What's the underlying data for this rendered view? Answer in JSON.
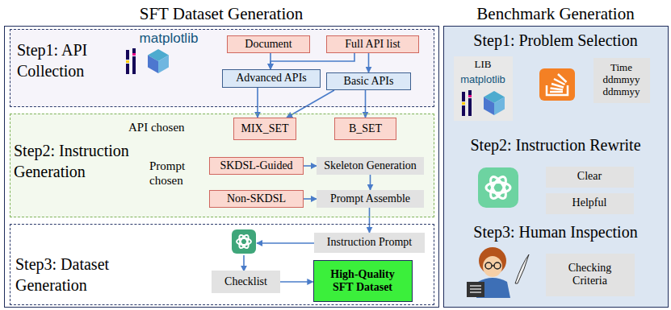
{
  "diagram": {
    "nodes": [
      {
        "text": [
          "SFT Dataset Generation"
        ]
      },
      {
        "text": [
          "Step1: API Collection"
        ],
        "in": 0
      },
      {
        "text": [
          "Document"
        ],
        "in": 1
      },
      {
        "text": [
          "Full API list"
        ],
        "in": 1
      },
      {
        "text": [
          "Advanced APIs"
        ],
        "in": 1
      },
      {
        "text": [
          "Basic APIs"
        ],
        "in": 1
      },
      {
        "text": [
          "Step2: Instruction Generation"
        ],
        "in": 0
      },
      {
        "text": [
          "MIX_SET"
        ],
        "in": 6
      },
      {
        "text": [
          "B_SET"
        ],
        "in": 6
      },
      {
        "text": [
          "SKDSL-Guided"
        ],
        "in": 6
      },
      {
        "text": [
          "Skeleton Generation"
        ],
        "in": 6
      },
      {
        "text": [
          "Non-SKDSL"
        ],
        "in": 6
      },
      {
        "text": [
          "Prompt Assemble"
        ],
        "in": 6
      },
      {
        "text": [
          "Step3: Dataset Generation"
        ],
        "in": 0
      },
      {
        "text": [
          "Instruction Prompt"
        ],
        "in": 13
      },
      {
        "text": [
          "Checklist"
        ],
        "in": 13
      },
      {
        "text": [
          "High-Quality SFT Dataset"
        ],
        "in": 13
      },
      {
        "text": [
          "Benchmark Generation"
        ]
      },
      {
        "text": [
          "LIB"
        ],
        "in": 17
      },
      {
        "text": [
          "Time",
          "ddmmyy",
          "ddmmyy"
        ],
        "in": 17
      },
      {
        "text": [
          "Clear"
        ],
        "in": 17
      },
      {
        "text": [
          "Helpful"
        ],
        "in": 17
      },
      {
        "text": [
          "Checking Criteria"
        ],
        "in": 17
      }
    ],
    "edges": [
      {
        "from": 2,
        "to": 4,
        "arrow": "to"
      },
      {
        "from": 3,
        "to": 4,
        "arrow": "to"
      },
      {
        "from": 3,
        "to": 5,
        "arrow": "to"
      },
      {
        "from": 4,
        "to": 7,
        "arrow": "to"
      },
      {
        "from": 5,
        "to": 7,
        "arrow": "to"
      },
      {
        "from": 5,
        "to": 8,
        "arrow": "to"
      },
      {
        "from": 9,
        "to": 10,
        "arrow": "to"
      },
      {
        "from": 10,
        "to": 12,
        "arrow": "to"
      },
      {
        "from": 11,
        "to": 12,
        "arrow": "to"
      },
      {
        "from": 12,
        "to": 14,
        "arrow": "to"
      },
      {
        "from": 15,
        "to": 16,
        "arrow": "to"
      }
    ],
    "labels": [
      "matplotlib",
      "API chosen",
      "Prompt chosen",
      "Step1: Problem Selection",
      "matplotlib",
      "Step2: Instruction Rewrite",
      "Step3: Human Inspection"
    ]
  }
}
